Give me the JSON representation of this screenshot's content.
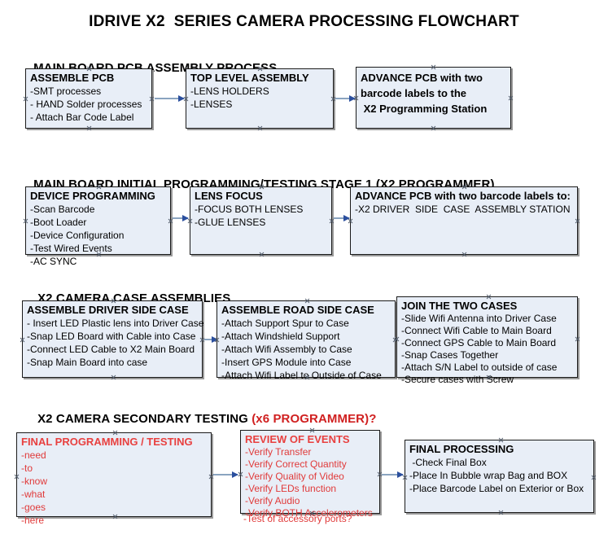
{
  "document": {
    "title": "IDRIVE X2  SERIES CAMERA PROCESSING FLOWCHART"
  },
  "colors": {
    "box_fill": "#e8eef7",
    "box_border": "#1a1a1a",
    "arrow": "#8aa4c0",
    "arrow_head": "#2b4f9e",
    "accent_red": "#d02020",
    "text": "#000000"
  },
  "sections": [
    {
      "id": "main-board-pcb-assembly-process",
      "heading": "MAIN BOARD PCB ASSEMBLY PROCESS",
      "heading_accent": "",
      "nodes": [
        {
          "id": "assemble-pcb",
          "title": "ASSEMBLE PCB",
          "lines": [
            "-SMT processes",
            "- HAND Solder processes",
            "- Attach Bar Code Label"
          ]
        },
        {
          "id": "top-level-assembly",
          "title": "TOP LEVEL ASSEMBLY",
          "lines": [
            "-LENS HOLDERS",
            "-LENSES"
          ]
        },
        {
          "id": "advance-pcb-to-x2-programming-station",
          "title": "",
          "lines": [
            "ADVANCE PCB with two",
            "barcode labels to the",
            " X2 Programming Station"
          ]
        }
      ]
    },
    {
      "id": "main-board-initial-programming",
      "heading": "MAIN BOARD INITIAL PROGRAMMING/TESTING STAGE 1 (X2 PROGRAMMER)",
      "heading_accent": "",
      "nodes": [
        {
          "id": "device-programming",
          "title": "DEVICE PROGRAMMING",
          "lines": [
            "-Scan Barcode",
            "-Boot Loader",
            "-Device Configuration",
            "-Test Wired Events",
            "-AC SYNC"
          ]
        },
        {
          "id": "lens-focus",
          "title": "LENS FOCUS",
          "lines": [
            "-FOCUS BOTH LENSES",
            "-GLUE LENSES"
          ]
        },
        {
          "id": "advance-pcb-to-driver-side-case-assembly",
          "title": "ADVANCE PCB with two barcode labels to:",
          "lines": [
            "-X2 DRIVER  SIDE  CASE  ASSEMBLY STATION"
          ]
        }
      ]
    },
    {
      "id": "x2-camera-case-assemblies",
      "heading": "X2 CAMERA CASE ASSEMBLIES",
      "heading_accent": "",
      "nodes": [
        {
          "id": "assemble-driver-side-case",
          "title": "ASSEMBLE DRIVER SIDE CASE",
          "lines": [
            "- Insert LED Plastic lens into Driver Case",
            "-Snap LED Board with Cable into Case",
            "-Connect LED Cable to X2 Main Board",
            "-Snap Main Board into case"
          ]
        },
        {
          "id": "assemble-road-side-case",
          "title": "ASSEMBLE ROAD SIDE CASE",
          "lines": [
            "-Attach Support Spur to Case",
            "-Attach Windshield Support",
            "-Attach Wifi Assembly to Case",
            "-Insert GPS Module into Case",
            "-Attach Wifi Label to Outside of Case"
          ]
        },
        {
          "id": "join-the-two-cases",
          "title": "JOIN THE TWO CASES",
          "lines": [
            "-Slide Wifi Antenna into Driver Case",
            "-Connect Wifi Cable to Main Board",
            "-Connect GPS Cable to Main Board",
            "-Snap Cases Together",
            "-Attach S/N Label to outside of case",
            "-Secure cases with Screw"
          ]
        }
      ]
    },
    {
      "id": "x2-camera-secondary-testing",
      "heading": "X2 CAMERA SECONDARY TESTING ",
      "heading_accent": "(x6 PROGRAMMER)?",
      "nodes": [
        {
          "id": "final-programming-testing",
          "title": "FINAL PROGRAMMING / TESTING",
          "lines": [
            "-need",
            "-to",
            "-know",
            "-what",
            "-goes",
            "-here"
          ]
        },
        {
          "id": "review-of-events",
          "title": "REVIEW OF EVENTS",
          "lines": [
            "-Verify Transfer",
            "-Verify Correct Quantity",
            "-Verify Quality of Video",
            "-Verify LEDs function",
            "-Verify Audio",
            "-Verify BOTH Accelerometers"
          ],
          "overflow_line": "-Test of accessory ports?"
        },
        {
          "id": "final-processing",
          "title": "FINAL PROCESSING",
          "lines": [
            " -Check Final Box",
            "-Place In Bubble wrap Bag and BOX",
            "-Place Barcode Label on Exterior or Box"
          ]
        }
      ]
    }
  ]
}
